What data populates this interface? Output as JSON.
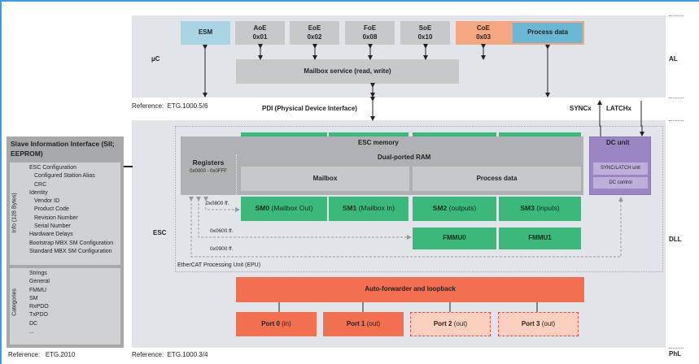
{
  "layers": {
    "al": "AL",
    "dll": "DLL",
    "phl": "PhL",
    "uc": "µC",
    "esc": "ESC"
  },
  "al": {
    "esm": "ESM",
    "protocols": [
      {
        "name": "AoE",
        "code": "0x01"
      },
      {
        "name": "EoE",
        "code": "0x02"
      },
      {
        "name": "FoE",
        "code": "0x08"
      },
      {
        "name": "SoE",
        "code": "0x10"
      },
      {
        "name": "CoE",
        "code": "0x03"
      }
    ],
    "process_data": "Process data",
    "mailbox_service": "Mailbox service (read, write)",
    "reference_label": "Reference:",
    "reference": "ETG.1000.5/6"
  },
  "interface": {
    "pdi": "PDI (Physical Device Interface)",
    "syncx": "SYNCx",
    "latchx": "LATCHx"
  },
  "esc": {
    "esc_memory": "ESC memory",
    "registers": "Registers",
    "registers_range": "0x0000 - 0x0FFF",
    "dual_ported_ram": "Dual-ported RAM",
    "mailbox": "Mailbox",
    "process_data": "Process data",
    "sync_managers": [
      {
        "name": "SM0",
        "desc": "(Mailbox Out)"
      },
      {
        "name": "SM1",
        "desc": "(Mailbox In)"
      },
      {
        "name": "SM2",
        "desc": "(outputs)"
      },
      {
        "name": "SM3",
        "desc": "(inputs)"
      }
    ],
    "fmmus": [
      "FMMU0",
      "FMMU1"
    ],
    "addresses": [
      "0x0800 ff.",
      "0x0600 ff.",
      "0x0900 ff."
    ],
    "epu": "EtherCAT Processing Unit (EPU)",
    "dc_unit": "DC unit",
    "sync_latch_unit": "SYNC/LATCH unit",
    "dc_control": "DC control",
    "auto_forwarder": "Auto-forwarder and loopback",
    "ports": [
      {
        "name": "Port 0",
        "desc": "(in)",
        "optional": false
      },
      {
        "name": "Port 1",
        "desc": "(out)",
        "optional": false
      },
      {
        "name": "Port 2",
        "desc": "(out)",
        "optional": true
      },
      {
        "name": "Port 3",
        "desc": "(out)",
        "optional": true
      }
    ],
    "reference_label": "Reference:",
    "reference": "ETG.1000.3/4"
  },
  "sii": {
    "title": "Slave Information Interface (SII; EEPROM)",
    "info_label": "Info (128 Bytes)",
    "info_items": [
      "ESC Configuration",
      "Configured Station Alias",
      "CRC",
      "Identity",
      "Vendor ID",
      "Product Code",
      "Revision Number",
      "Serial Number",
      "Hardware Delays",
      "Bootstrap MBX SM Configuration",
      "Standard MBX SM Configuration"
    ],
    "categories_label": "Categories",
    "categories": [
      "Strings",
      "General",
      "FMMU",
      "SM",
      "RxPDO",
      "TxPDO",
      "DC",
      "..."
    ],
    "reference_label": "Reference:",
    "reference": "ETG.2010"
  },
  "colors": {
    "accent_border": "#3d9be9",
    "esm": "#a8d4e4",
    "coe": "#f5a77f",
    "process_data": "#6ab8d4",
    "green": "#3bb97a",
    "orange": "#f26f50",
    "port_optional": "#fbd0bf",
    "dc_unit": "#9b86c4"
  }
}
